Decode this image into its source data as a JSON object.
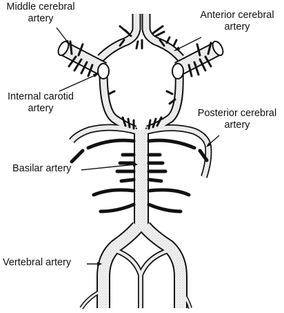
{
  "labels": {
    "middle_cerebral": [
      "Middle cerebral",
      "artery"
    ],
    "anterior_cerebral": [
      "Anterior cerebral",
      "artery"
    ],
    "internal_carotid": [
      "Internal carotid",
      "artery"
    ],
    "posterior_cerebral": [
      "Posterior cerebral",
      "artery"
    ],
    "basilar": "Basilar artery",
    "vertebral": "Vertebral artery"
  },
  "colors": {
    "ink": "#111111",
    "vessel_fill": "#ededed",
    "background": "#ffffff"
  }
}
